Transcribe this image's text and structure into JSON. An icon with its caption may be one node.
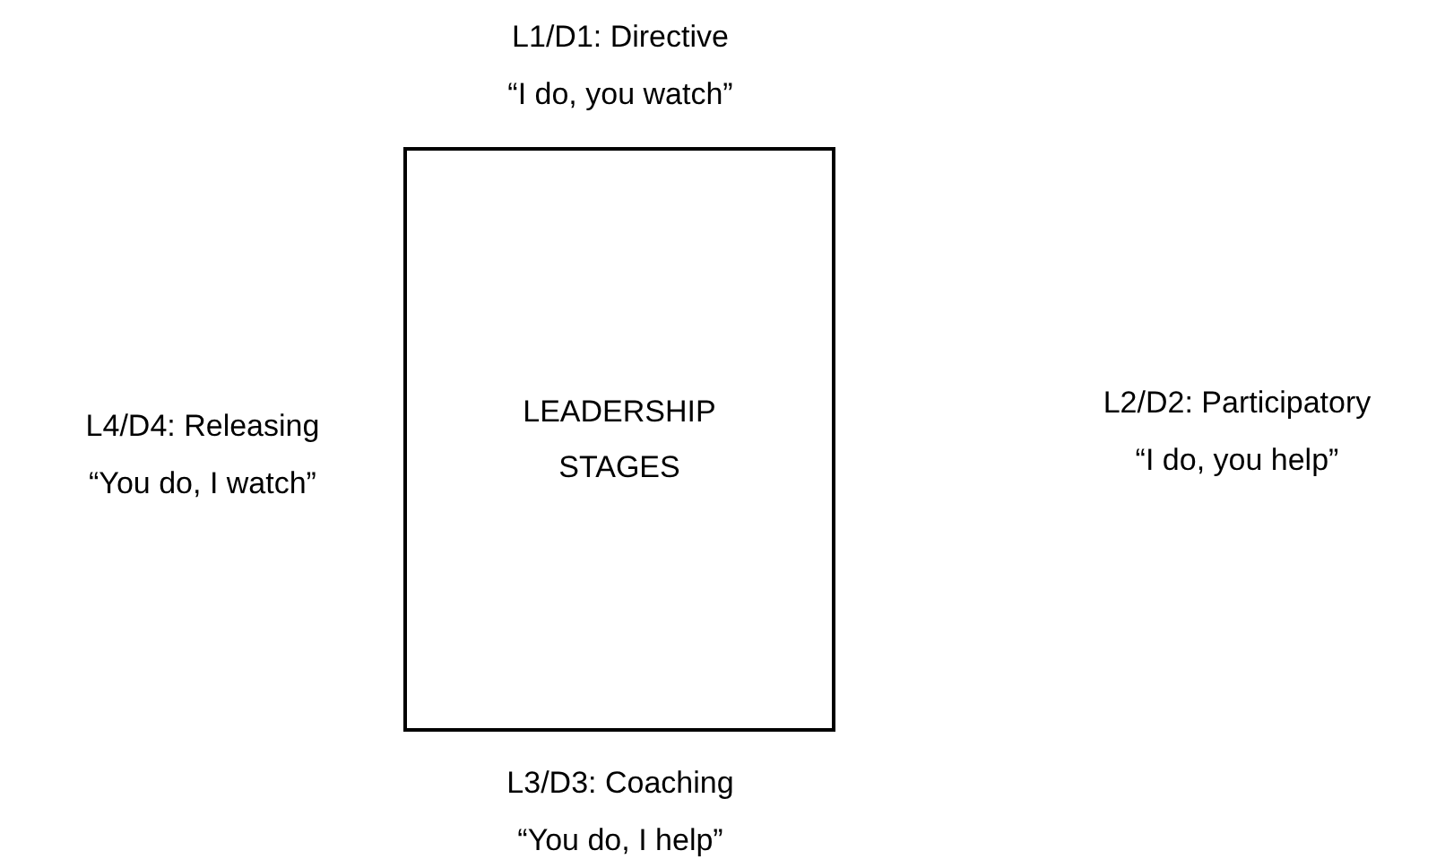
{
  "diagram": {
    "nodes": [
      {
        "text": [
          "LEADERSHIP STAGES"
        ]
      }
    ],
    "labels": [
      "L1/D1: Directive",
      "“I do, you watch”",
      "L4/D4: Releasing",
      "“You do, I watch”",
      "L2/D2: Participatory",
      "“I do, you help”",
      "L3/D3: Coaching",
      "“You do, I help”"
    ]
  }
}
